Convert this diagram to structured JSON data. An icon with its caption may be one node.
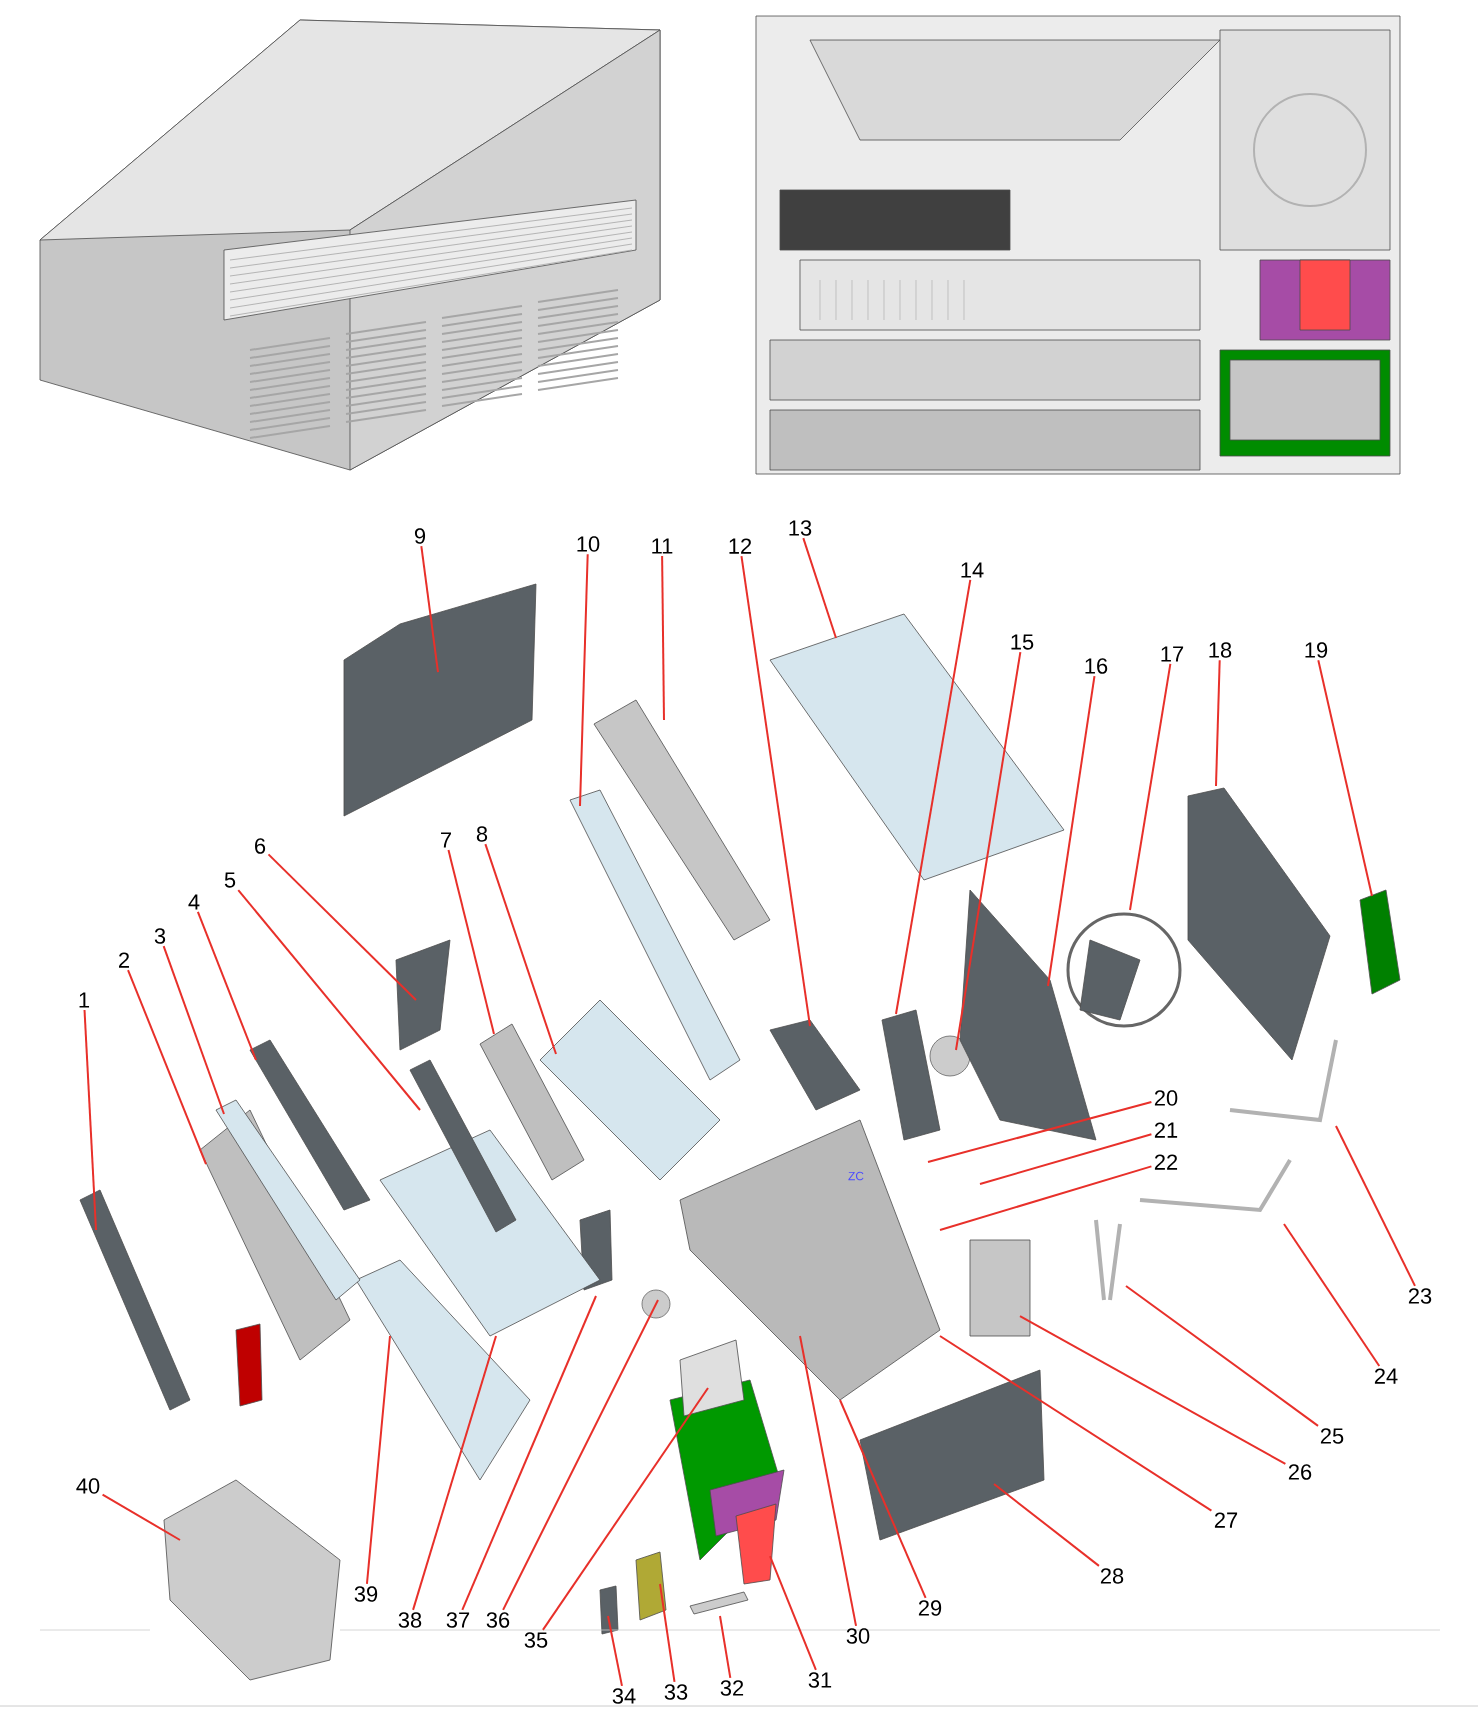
{
  "diagram": {
    "nodes": [
      {
        "text": [
          "1"
        ]
      },
      {
        "text": [
          "2"
        ]
      },
      {
        "text": [
          "3"
        ]
      },
      {
        "text": [
          "4"
        ]
      },
      {
        "text": [
          "5"
        ]
      },
      {
        "text": [
          "6"
        ]
      },
      {
        "text": [
          "7"
        ]
      },
      {
        "text": [
          "8"
        ]
      },
      {
        "text": [
          "9"
        ]
      },
      {
        "text": [
          "10"
        ]
      },
      {
        "text": [
          "11"
        ]
      },
      {
        "text": [
          "12"
        ]
      },
      {
        "text": [
          "13"
        ]
      },
      {
        "text": [
          "14"
        ]
      },
      {
        "text": [
          "15"
        ]
      },
      {
        "text": [
          "16"
        ]
      },
      {
        "text": [
          "17"
        ]
      },
      {
        "text": [
          "18"
        ]
      },
      {
        "text": [
          "19"
        ]
      },
      {
        "text": [
          "20"
        ]
      },
      {
        "text": [
          "21"
        ]
      },
      {
        "text": [
          "22"
        ]
      },
      {
        "text": [
          "23"
        ]
      },
      {
        "text": [
          "24"
        ]
      },
      {
        "text": [
          "25"
        ]
      },
      {
        "text": [
          "26"
        ]
      },
      {
        "text": [
          "27"
        ]
      },
      {
        "text": [
          "28"
        ]
      },
      {
        "text": [
          "29"
        ]
      },
      {
        "text": [
          "30"
        ]
      },
      {
        "text": [
          "31"
        ]
      },
      {
        "text": [
          "32"
        ]
      },
      {
        "text": [
          "33"
        ]
      },
      {
        "text": [
          "34"
        ]
      },
      {
        "text": [
          "35"
        ]
      },
      {
        "text": [
          "36"
        ]
      },
      {
        "text": [
          "37"
        ]
      },
      {
        "text": [
          "38"
        ]
      },
      {
        "text": [
          "39"
        ]
      },
      {
        "text": [
          "40"
        ]
      }
    ],
    "edges": [
      {
        "from": 0,
        "to": null,
        "arrow": "none"
      },
      {
        "from": 1,
        "to": null,
        "arrow": "none"
      },
      {
        "from": 2,
        "to": null,
        "arrow": "none"
      },
      {
        "from": 3,
        "to": null,
        "arrow": "none"
      },
      {
        "from": 4,
        "to": null,
        "arrow": "none"
      },
      {
        "from": 5,
        "to": null,
        "arrow": "none"
      },
      {
        "from": 6,
        "to": null,
        "arrow": "none"
      },
      {
        "from": 7,
        "to": null,
        "arrow": "none"
      },
      {
        "from": 8,
        "to": null,
        "arrow": "none"
      },
      {
        "from": 9,
        "to": null,
        "arrow": "none"
      },
      {
        "from": 10,
        "to": null,
        "arrow": "none"
      },
      {
        "from": 11,
        "to": null,
        "arrow": "none"
      },
      {
        "from": 12,
        "to": null,
        "arrow": "none"
      },
      {
        "from": 13,
        "to": null,
        "arrow": "none"
      },
      {
        "from": 14,
        "to": null,
        "arrow": "none"
      },
      {
        "from": 15,
        "to": null,
        "arrow": "none"
      },
      {
        "from": 16,
        "to": null,
        "arrow": "none"
      },
      {
        "from": 17,
        "to": null,
        "arrow": "none"
      },
      {
        "from": 18,
        "to": null,
        "arrow": "none"
      },
      {
        "from": 19,
        "to": null,
        "arrow": "none"
      },
      {
        "from": 20,
        "to": null,
        "arrow": "none"
      },
      {
        "from": 21,
        "to": null,
        "arrow": "none"
      },
      {
        "from": 22,
        "to": null,
        "arrow": "none"
      },
      {
        "from": 23,
        "to": null,
        "arrow": "none"
      },
      {
        "from": 24,
        "to": null,
        "arrow": "none"
      },
      {
        "from": 25,
        "to": null,
        "arrow": "none"
      },
      {
        "from": 26,
        "to": null,
        "arrow": "none"
      },
      {
        "from": 27,
        "to": null,
        "arrow": "none"
      },
      {
        "from": 28,
        "to": null,
        "arrow": "none"
      },
      {
        "from": 29,
        "to": null,
        "arrow": "none"
      },
      {
        "from": 30,
        "to": null,
        "arrow": "none"
      },
      {
        "from": 31,
        "to": null,
        "arrow": "none"
      },
      {
        "from": 32,
        "to": null,
        "arrow": "none"
      },
      {
        "from": 33,
        "to": null,
        "arrow": "none"
      },
      {
        "from": 34,
        "to": null,
        "arrow": "none"
      },
      {
        "from": 35,
        "to": null,
        "arrow": "none"
      },
      {
        "from": 36,
        "to": null,
        "arrow": "none"
      },
      {
        "from": 37,
        "to": null,
        "arrow": "none"
      },
      {
        "from": 38,
        "to": null,
        "arrow": "none"
      },
      {
        "from": 39,
        "to": null,
        "arrow": "none"
      }
    ],
    "labels": [
      "ZC"
    ]
  }
}
